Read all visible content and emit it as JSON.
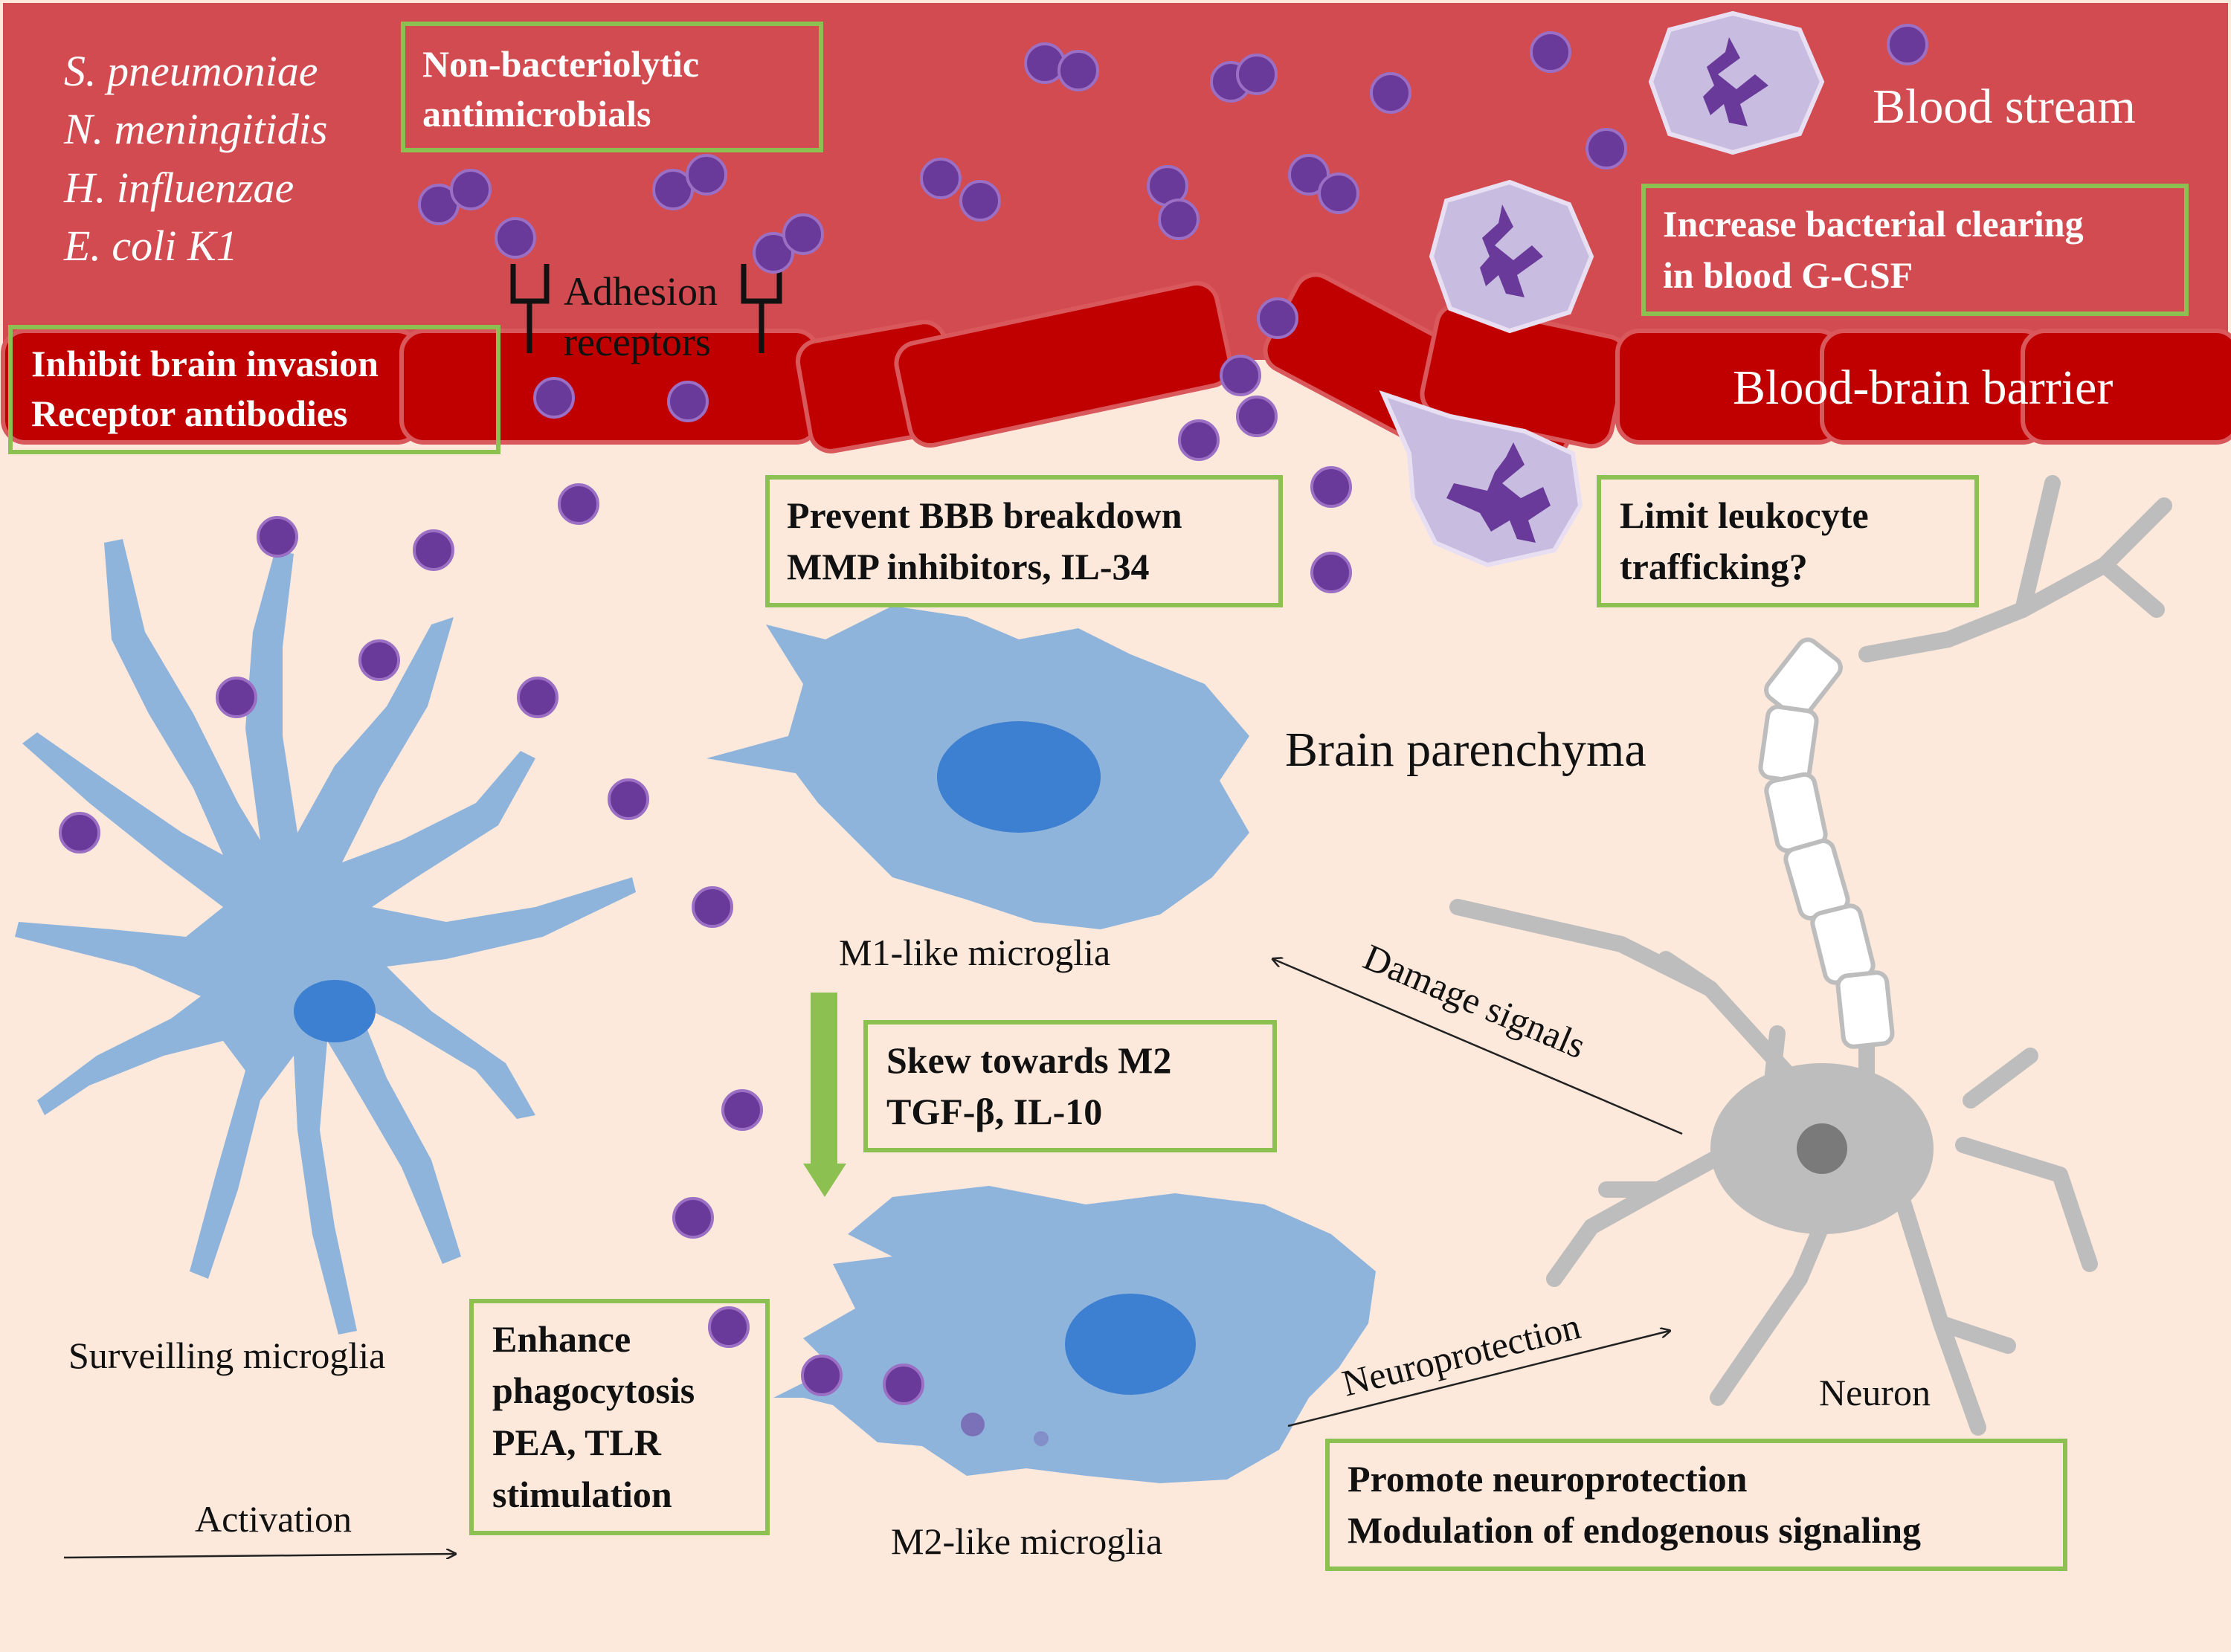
{
  "bacteria_list": [
    "S. pneumoniae",
    "N. meningitidis",
    "H. influenzae",
    "E. coli K1"
  ],
  "compartments": {
    "blood_stream": "Blood stream",
    "bbb": "Blood-brain barrier",
    "parenchyma": "Brain parenchyma"
  },
  "adhesion": {
    "line1": "Adhesion",
    "line2": "receptors"
  },
  "boxes": {
    "non_bacteriolytic": [
      "Non-bacteriolytic",
      "antimicrobials"
    ],
    "bacterial_clearing": [
      "Increase bacterial clearing",
      "in blood G-CSF"
    ],
    "inhibit_invasion": [
      "Inhibit brain invasion",
      "Receptor antibodies"
    ],
    "prevent_bbb": [
      "Prevent BBB breakdown",
      "MMP inhibitors, IL-34"
    ],
    "limit_leukocyte": [
      "Limit leukocyte",
      "trafficking?"
    ],
    "skew_m2": [
      "Skew towards M2",
      "TGF-β, IL-10"
    ],
    "enhance_phago": [
      "Enhance",
      "phagocytosis",
      "PEA, TLR",
      "stimulation"
    ],
    "promote_neuro": [
      "Promote neuroprotection",
      "Modulation of endogenous signaling"
    ]
  },
  "cells": {
    "m1": "M1-like  microglia",
    "m2": "M2-like  microglia",
    "surveilling": "Surveilling  microglia",
    "neuron": "Neuron"
  },
  "arrows": {
    "damage": "Damage  signals",
    "neuroprotection": "Neuroprotection",
    "activation": "Activation"
  },
  "colors": {
    "blood": "#d24b50",
    "endothelium": "#c00000",
    "parenchyma": "#fce9dc",
    "bacterium": "#6a3a9a",
    "microglia": "#8fb4dc",
    "nucleus": "#3d7fd0",
    "neuron": "#bdbdbd",
    "box_border": "#8cc152",
    "green_arrow": "#8cc152"
  }
}
